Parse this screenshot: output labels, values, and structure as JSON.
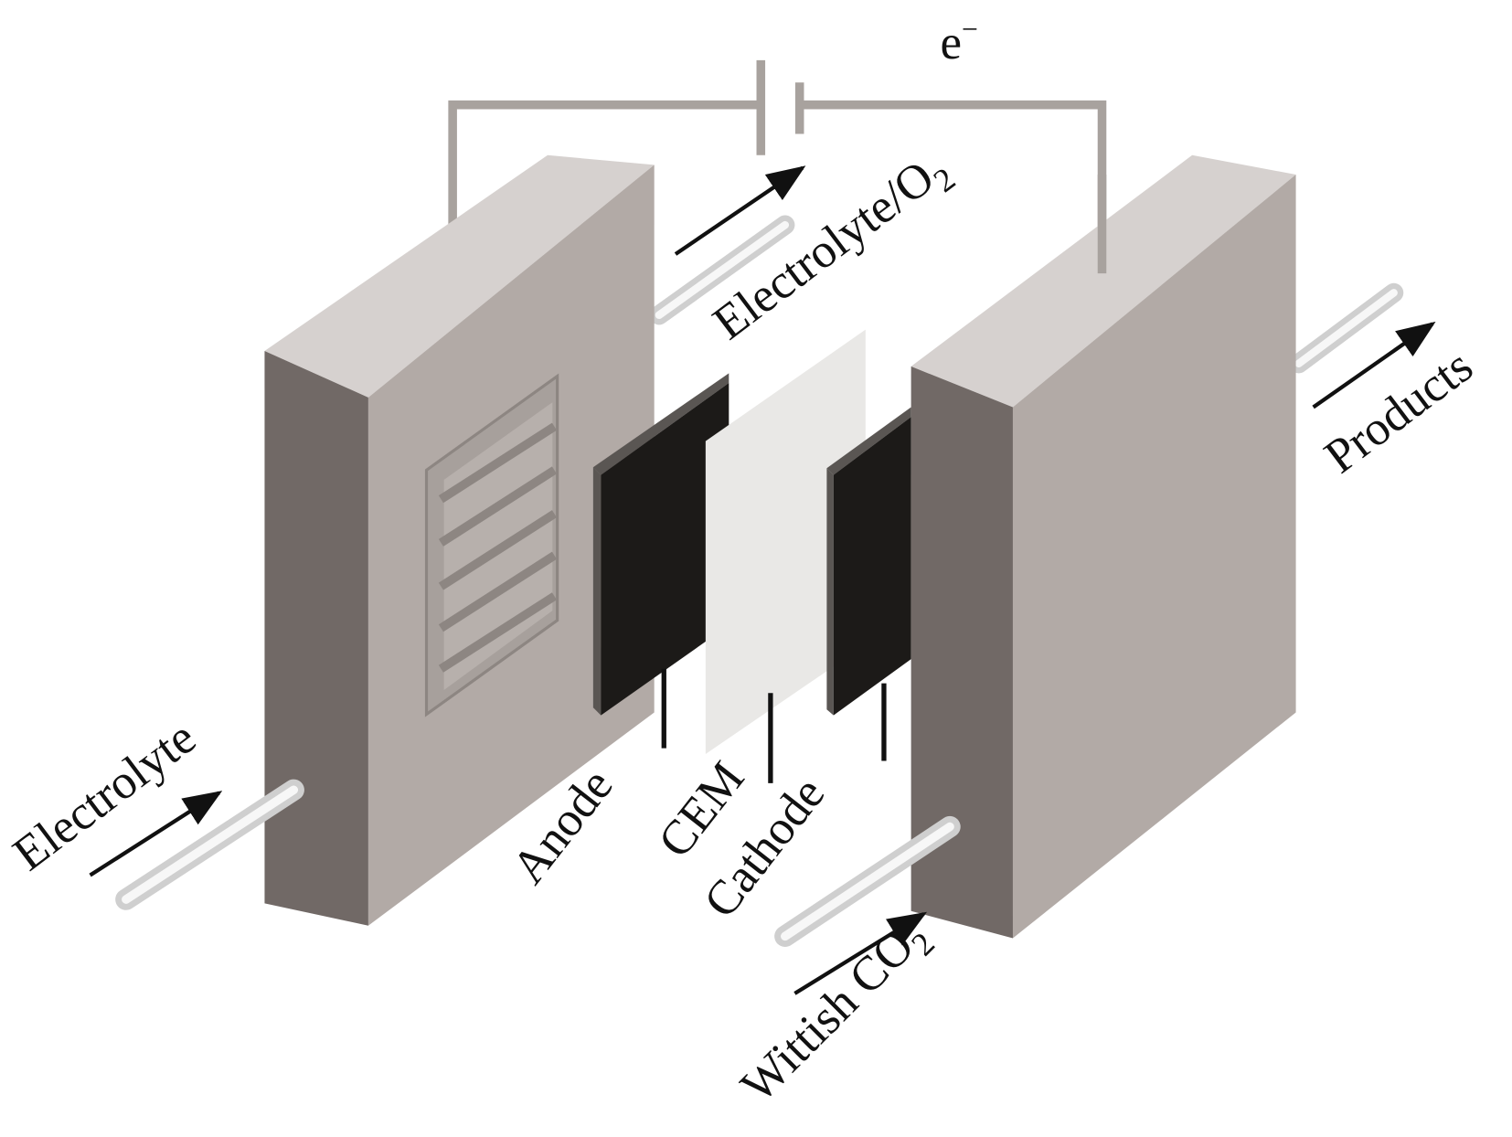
{
  "diagram": {
    "labels": {
      "electron": "e",
      "electron_sup": "−",
      "electrolyte_in": "Electrolyte",
      "electrolyte_out": "Electrolyte/O",
      "electrolyte_out_sub": "2",
      "products": "Products",
      "anode": "Anode",
      "cem": "CEM",
      "cathode": "Cathode",
      "co2_in": "Wittish CO",
      "co2_in_sub": "2"
    },
    "colors": {
      "block_front": "#b2aaa6",
      "block_top": "#d6d1cf",
      "block_side": "#716966",
      "wire": "#a8a29e",
      "electrode": "#1c1a18",
      "membrane": "#e9e8e6"
    }
  }
}
